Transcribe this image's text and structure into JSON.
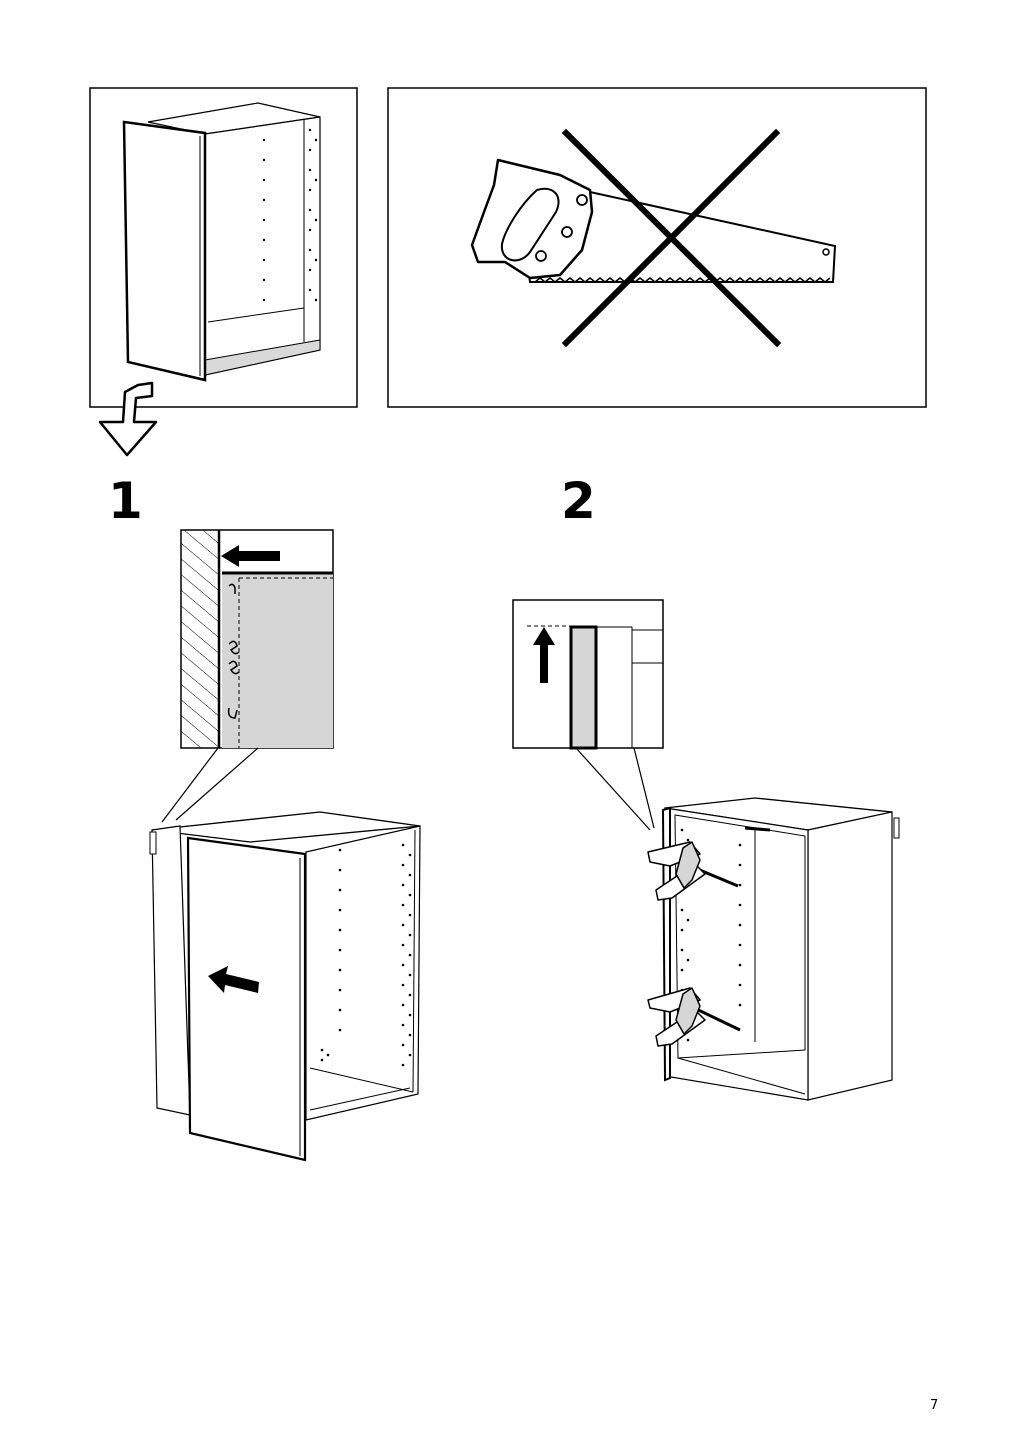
{
  "steps": [
    {
      "number": "1"
    },
    {
      "number": "2"
    }
  ],
  "page_number": "7"
}
